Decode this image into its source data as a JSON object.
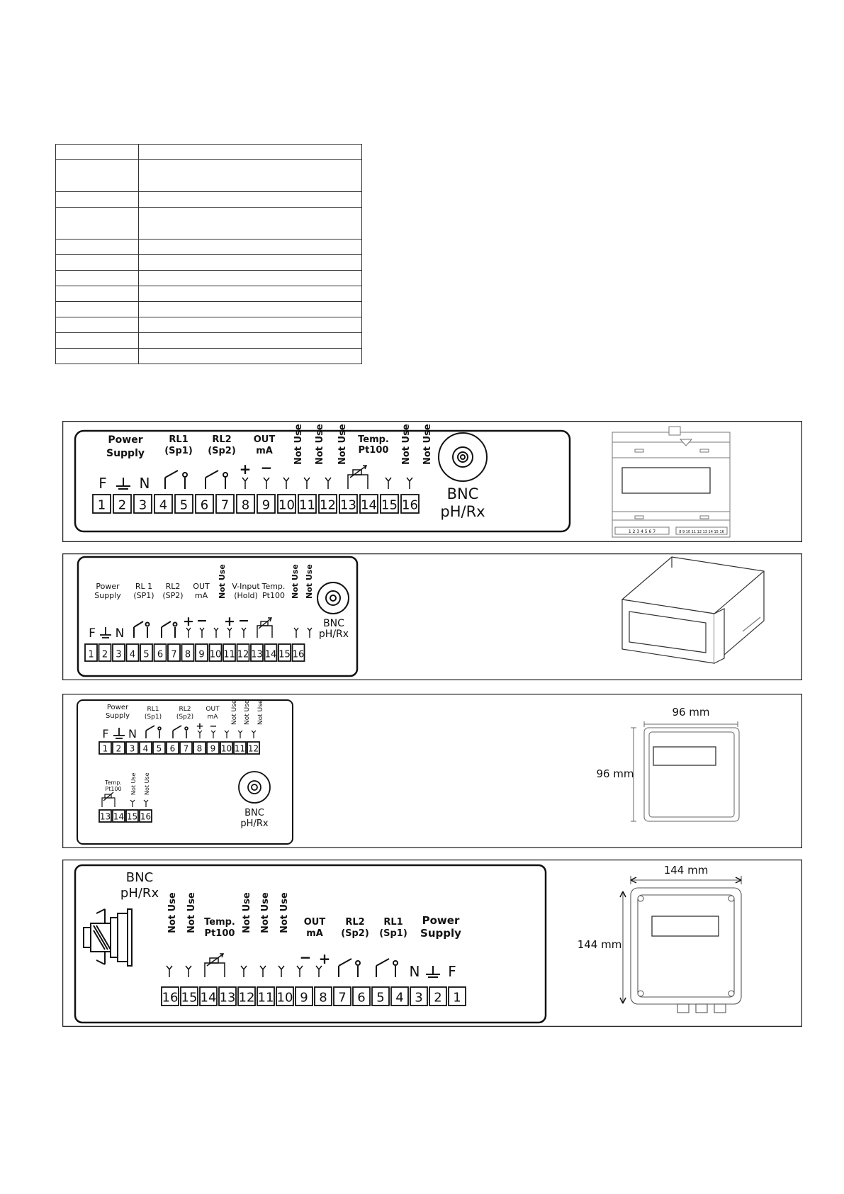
{
  "spec_table": {
    "rows": [
      {
        "c1": "",
        "c2": "",
        "tall": false
      },
      {
        "c1": "",
        "c2": "",
        "tall": true
      },
      {
        "c1": "",
        "c2": "",
        "tall": false
      },
      {
        "c1": "",
        "c2": "",
        "tall": true
      },
      {
        "c1": "",
        "c2": "",
        "tall": false
      },
      {
        "c1": "",
        "c2": "",
        "tall": false
      },
      {
        "c1": "",
        "c2": "",
        "tall": false
      },
      {
        "c1": "",
        "c2": "",
        "tall": false
      },
      {
        "c1": "",
        "c2": "",
        "tall": false
      },
      {
        "c1": "",
        "c2": "",
        "tall": false
      },
      {
        "c1": "",
        "c2": "",
        "tall": false
      },
      {
        "c1": "",
        "c2": "",
        "tall": false
      }
    ]
  },
  "labels": {
    "power_1": "Power",
    "power_2": "Supply",
    "rl1": "RL1",
    "sp1": "(Sp1)",
    "rl2": "RL2",
    "sp2": "(Sp2)",
    "rl1_alt": "RL 1",
    "sp1_alt": "(SP1)",
    "sp2_alt": "(SP2)",
    "out": "OUT",
    "ma": "mA",
    "not_use": "Not Use",
    "temp": "Temp.",
    "pt100": "Pt100",
    "vinput": "V-Input",
    "hold": "(Hold)",
    "bnc": "BNC",
    "phrx": "pH/Rx",
    "f": "F",
    "n": "N",
    "plus": "+",
    "minus": "−"
  },
  "terminals": [
    "1",
    "2",
    "3",
    "4",
    "5",
    "6",
    "7",
    "8",
    "9",
    "10",
    "11",
    "12",
    "13",
    "14",
    "15",
    "16"
  ],
  "terminals_reversed": [
    "16",
    "15",
    "14",
    "13",
    "12",
    "11",
    "10",
    "9",
    "8",
    "7",
    "6",
    "5",
    "4",
    "3",
    "2",
    "1"
  ],
  "device_terminal_strip": "1 2 3 4 5 6 7",
  "device_terminal_strip_2": "8 9 10 11 12 13 14 15 16",
  "dimensions": {
    "panel3_width": "96 mm",
    "panel3_height": "96 mm",
    "panel4_width": "144 mm",
    "panel4_height": "144 mm"
  }
}
